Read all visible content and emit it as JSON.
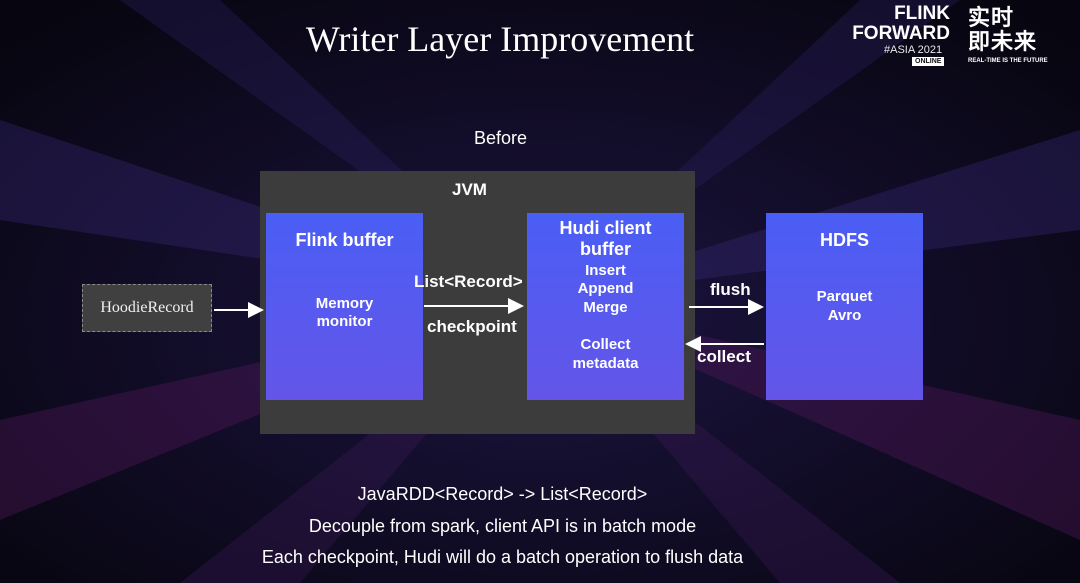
{
  "slide": {
    "title": "Writer Layer Improvement",
    "subtitle": "Before"
  },
  "logo": {
    "line1": "FLINK",
    "line2": "FORWARD",
    "edition": "#ASIA 2021",
    "badge": "ONLINE",
    "cn_line1": "实时",
    "cn_line2": "即未来",
    "tagline": "REAL-TIME IS THE FUTURE"
  },
  "diagram": {
    "input": "HoodieRecord",
    "container": "JVM",
    "flink_buffer": {
      "title": "Flink buffer",
      "items": [
        "Memory",
        "monitor"
      ]
    },
    "hudi_buffer": {
      "title_1": "Hudi client",
      "title_2": "buffer",
      "items": [
        "Insert",
        "Append",
        "Merge",
        "Collect",
        "metadata"
      ]
    },
    "hdfs": {
      "title": "HDFS",
      "items": [
        "Parquet",
        "Avro"
      ]
    },
    "edge_top": "List<Record>",
    "edge_bottom": "checkpoint",
    "edge_flush": "flush",
    "edge_collect": "collect"
  },
  "captions": [
    "JavaRDD<Record> -> List<Record>",
    "Decouple from spark, client API is in batch mode",
    "Each checkpoint, Hudi will do a batch operation to flush data"
  ],
  "colors": {
    "background": "#0d0a1e",
    "jvm": "#3c3c3c",
    "box": "#4a5ef5",
    "input": "#404040"
  }
}
